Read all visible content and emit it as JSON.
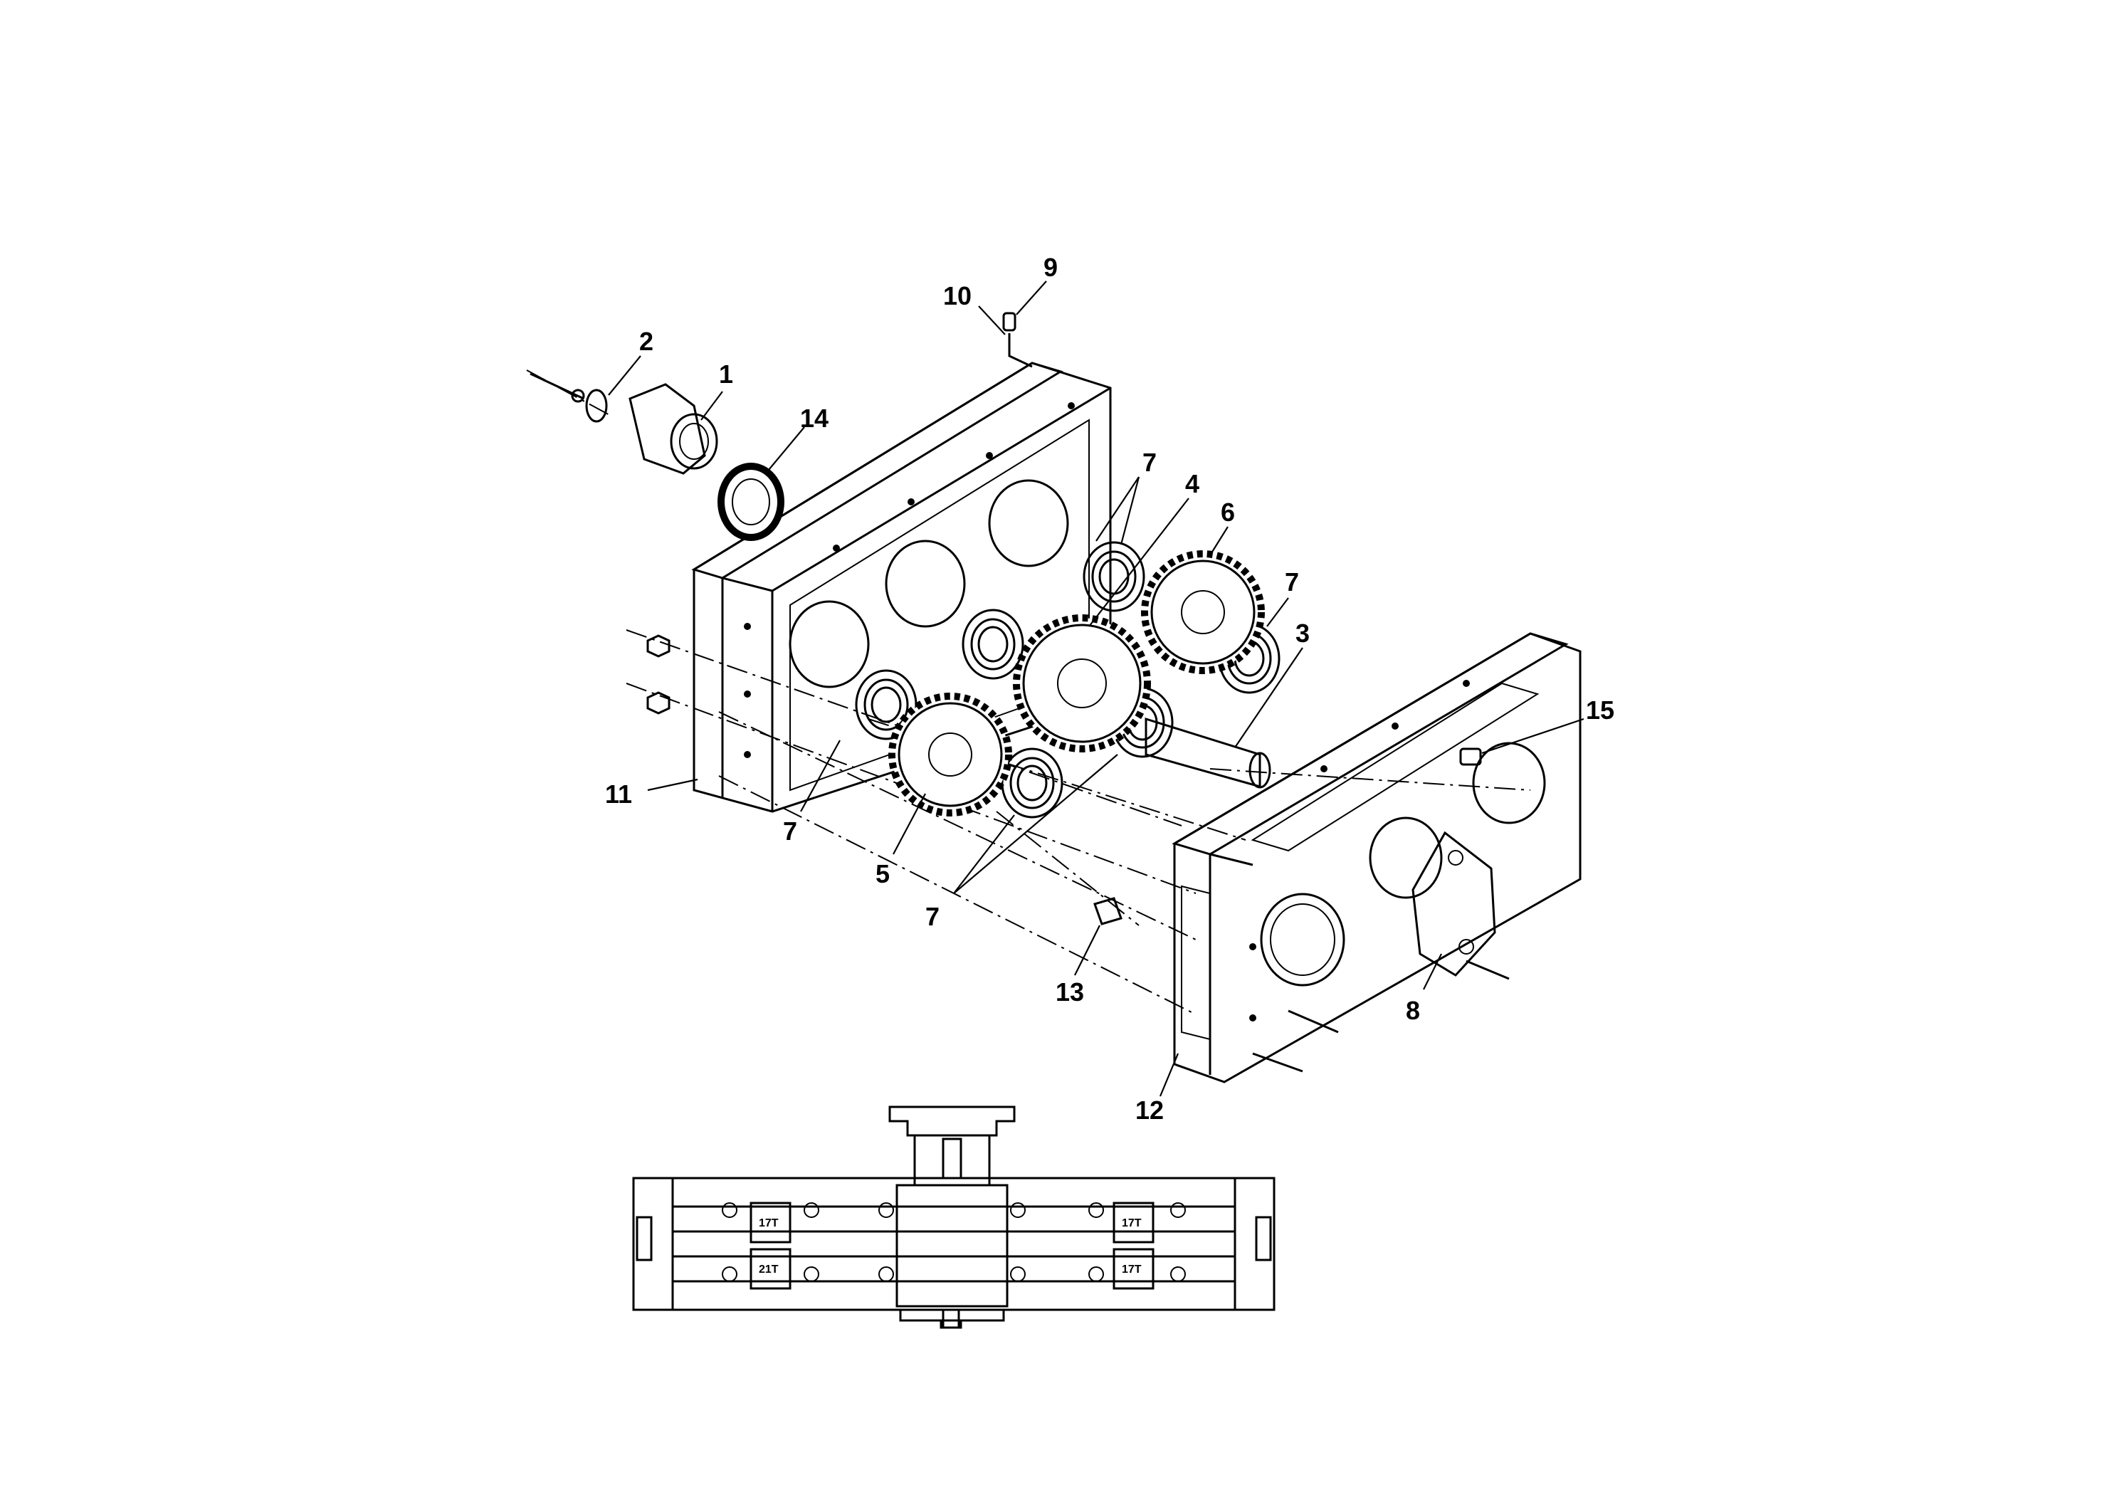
{
  "callouts": {
    "c1": "1",
    "c2": "2",
    "c3": "3",
    "c4": "4",
    "c5": "5",
    "c6": "6",
    "c7a": "7",
    "c7b": "7",
    "c7c": "7",
    "c7d": "7",
    "c8": "8",
    "c9": "9",
    "c10": "10",
    "c11": "11",
    "c12": "12",
    "c13": "13",
    "c14": "14",
    "c15": "15"
  },
  "section_view": {
    "gear_teeth": {
      "top_left": "17T",
      "bottom_left": "21T",
      "top_right": "17T",
      "bottom_right": "17T"
    }
  },
  "colors": {
    "ink": "#000000",
    "paper": "#ffffff"
  }
}
